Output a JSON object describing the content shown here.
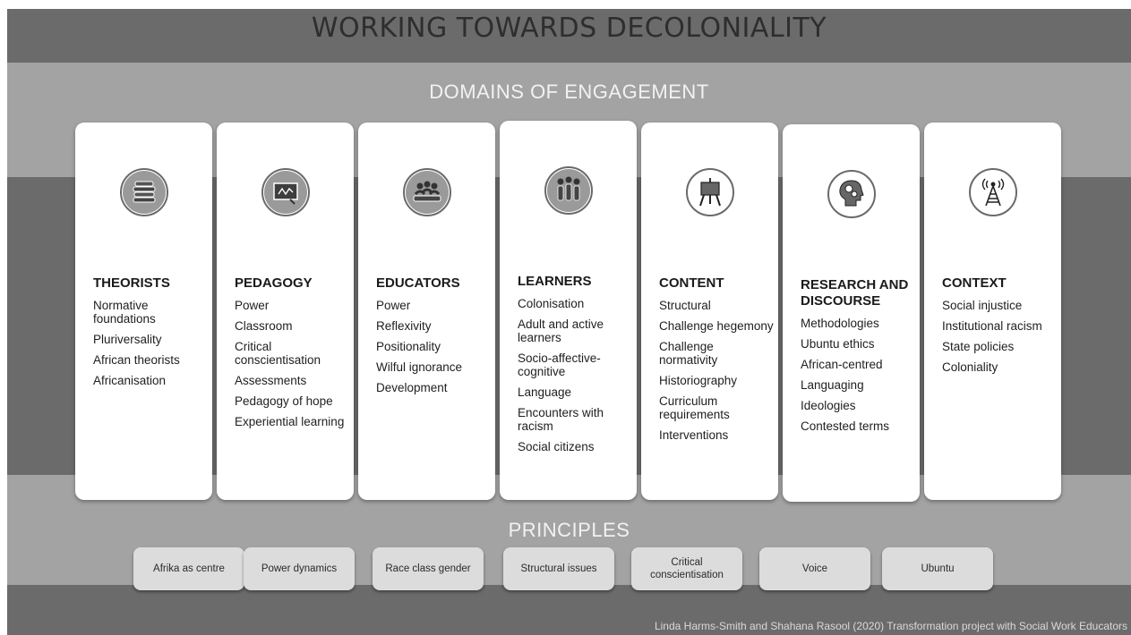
{
  "title": "WORKING TOWARDS DECOLONIALITY",
  "domains_heading": "DOMAINS OF ENGAGEMENT",
  "domains": [
    {
      "title": "THEORISTS",
      "icon": "books-icon",
      "items": [
        "Normative foundations",
        "Pluriversality",
        "African theorists",
        "Africanisation"
      ]
    },
    {
      "title": "PEDAGOGY",
      "icon": "blackboard-icon",
      "items": [
        "Power",
        "Classroom",
        "Critical conscientisation",
        "Assessments",
        "Pedagogy of hope",
        "Experiential learning"
      ]
    },
    {
      "title": "EDUCATORS",
      "icon": "meeting-icon",
      "items": [
        "Power",
        "Reflexivity",
        "Positionality",
        "Wilful ignorance",
        "Development"
      ]
    },
    {
      "title": "LEARNERS",
      "icon": "group-icon",
      "items": [
        "Colonisation",
        "Adult and active learners",
        "Socio-affective-cognitive",
        "Language",
        "Encounters with racism",
        "Social citizens"
      ]
    },
    {
      "title": "CONTENT",
      "icon": "easel-icon",
      "items": [
        "Structural",
        "Challenge hegemony",
        "Challenge normativity",
        "Historiography",
        "Curriculum requirements",
        "Interventions"
      ]
    },
    {
      "title": "RESEARCH AND DISCOURSE",
      "icon": "head-gears-icon",
      "items": [
        "Methodologies",
        "Ubuntu ethics",
        "African-centred",
        "Languaging",
        "Ideologies",
        "Contested terms"
      ]
    },
    {
      "title": "CONTEXT",
      "icon": "broadcast-tower-icon",
      "items": [
        "Social injustice",
        "Institutional racism",
        "State policies",
        "Coloniality"
      ]
    }
  ],
  "principles_heading": "PRINCIPLES",
  "principles": [
    "Afrika as centre",
    "Power dynamics",
    "Race class gender",
    "Structural issues",
    "Critical conscientisation",
    "Voice",
    "Ubuntu"
  ],
  "credit": "Linda Harms-Smith and Shahana Rasool (2020)   Transformation project with Social Work Educators",
  "colors": {
    "dark_band": "#6b6b6b",
    "light_band": "#a3a3a3",
    "card": "#ffffff",
    "pill": "#dcdcdc"
  }
}
